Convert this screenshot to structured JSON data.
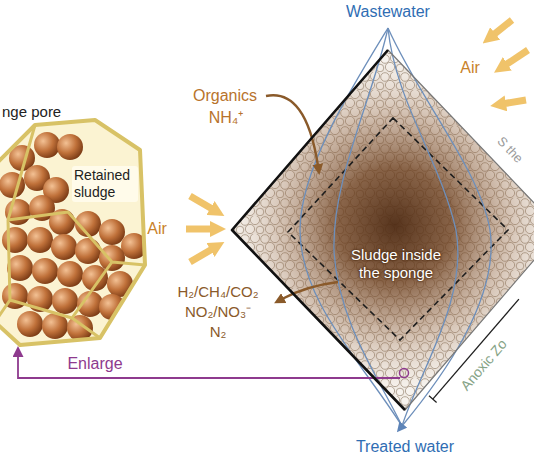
{
  "diagram": {
    "nodes": [
      {
        "text": [
          "nge pore",
          "Retained sludge"
        ]
      },
      {
        "text": [
          "Sludge inside the sponge"
        ]
      }
    ],
    "edges": [
      {
        "from": 1,
        "to": 0,
        "arrow": "to",
        "label": "Enlarge"
      }
    ],
    "labels": [
      "Wastewater",
      "Air",
      "Organics",
      "NH₄⁺",
      "Air",
      "H₂/CH₄/CO₂",
      "NO₂/NO₃⁻",
      "N₂",
      "Anoxic Zo",
      "S the",
      "Treated water"
    ]
  }
}
